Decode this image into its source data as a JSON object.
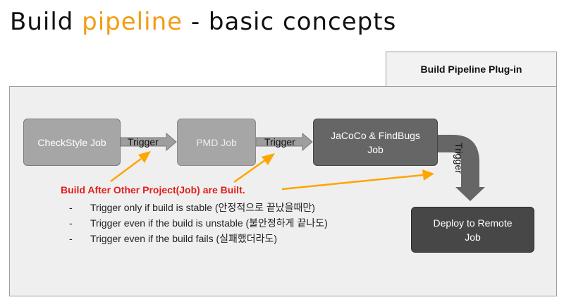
{
  "title": {
    "part1": "Build ",
    "accent": "pipeline",
    "part2": " - basic concepts"
  },
  "plugin_label": "Build Pipeline Plug-in",
  "jobs": {
    "checkstyle": "CheckStyle Job",
    "pmd": "PMD Job",
    "jacoco": "JaCoCo & FindBugs\nJob",
    "deploy": "Deploy to Remote\nJob"
  },
  "triggers": [
    "Trigger",
    "Trigger",
    "Trigger"
  ],
  "headline": "Build After Other Project(Job) are Built.",
  "bullets": [
    {
      "dash": "-",
      "text": "Trigger only if build is stable (안정적으로 끝났을때만)"
    },
    {
      "dash": "-",
      "text": "Trigger even if the build is unstable (불안정하게 끝나도)"
    },
    {
      "dash": "-",
      "text": "Trigger even if the build fails (실패했더라도)"
    }
  ],
  "colors": {
    "accent": "#f39c12",
    "headline": "#e0201c",
    "callout_arrow": "#ffa500"
  }
}
